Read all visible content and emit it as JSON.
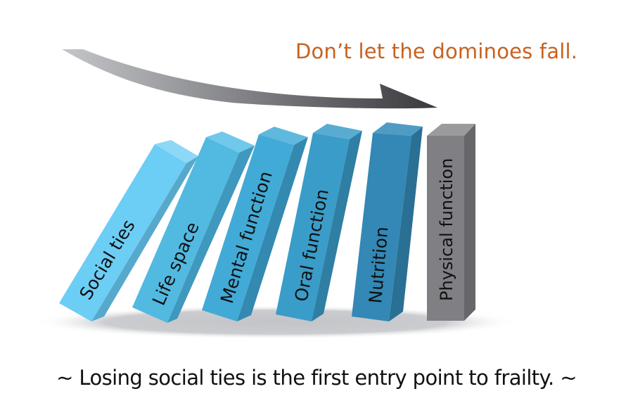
{
  "headline": "Don’t let the dominoes fall.",
  "caption": "~ Losing social ties is the first entry point to frailty. ~",
  "arrow": {
    "direction": "left-to-right",
    "gradient_start": "#c4c6c9",
    "gradient_end": "#3a3a3e"
  },
  "dominoes": [
    {
      "label": "Social ties",
      "front": "#6ccdf5",
      "side": "#56a9cb",
      "top": "#8ed8f7",
      "state": "falling"
    },
    {
      "label": "Life space",
      "front": "#52b9e1",
      "side": "#3f98bd",
      "top": "#70c8ea",
      "state": "falling"
    },
    {
      "label": "Mental function",
      "front": "#42aad6",
      "side": "#3389b0",
      "top": "#5fb8de",
      "state": "falling"
    },
    {
      "label": "Oral function",
      "front": "#3a9cc8",
      "side": "#2f7ea3",
      "top": "#58acd2",
      "state": "falling"
    },
    {
      "label": "Nutrition",
      "front": "#3388b5",
      "side": "#2a6f94",
      "top": "#4f9bc4",
      "state": "falling"
    },
    {
      "label": "Physical function",
      "front": "#808084",
      "side": "#67676b",
      "top": "#9b9b9e",
      "state": "standing"
    }
  ],
  "colors": {
    "headline": "#c8611e",
    "caption": "#111111",
    "shadow": "#c8c9cc"
  }
}
